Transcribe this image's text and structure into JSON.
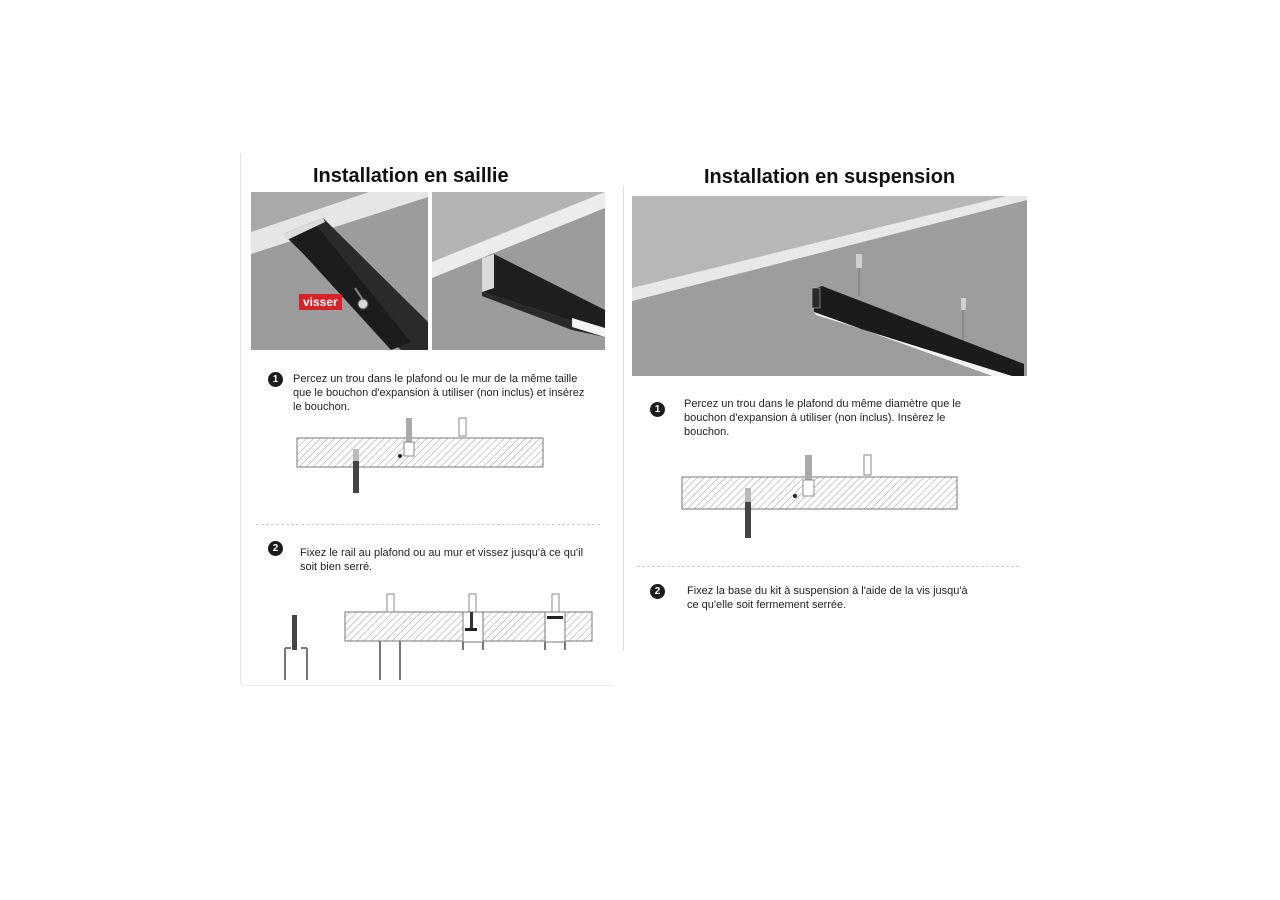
{
  "left_section": {
    "title": "Installation en saillie",
    "photo_label": "visser",
    "steps": [
      {
        "number": "1",
        "text": "Percez un trou dans le plafond ou le mur de la même taille que le bouchon d'expansion à utiliser (non inclus) et insérez le bouchon."
      },
      {
        "number": "2",
        "text": "Fixez le rail au plafond ou au mur et vissez jusqu'à ce qu'il soit bien serré."
      }
    ]
  },
  "right_section": {
    "title": "Installation en suspension",
    "steps": [
      {
        "number": "1",
        "text": "Percez un trou dans le plafond du même diamètre que le bouchon d'expansion à utiliser (non inclus). Insèrez le bouchon."
      },
      {
        "number": "2",
        "text": "Fixez la base du kit à suspension à l'aide de la vis jusqu'à ce qu'elle soit fermement serrée."
      }
    ]
  },
  "colors": {
    "label_red": "#d8222a",
    "ceiling_gray": "#9a9a9a",
    "rail_black": "#1a1a1a"
  }
}
